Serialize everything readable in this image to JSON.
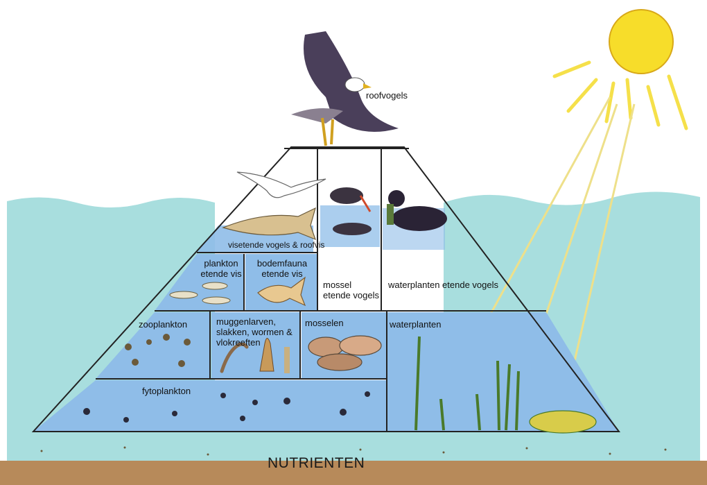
{
  "labels": {
    "roofvogels": "roofvogels",
    "visetende": "visetende vogels & roofvis",
    "plankton_vis": "plankton etende vis",
    "bodemfauna_vis": "bodemfauna etende vis",
    "mossel_vogels": "mossel etende vogels",
    "waterplanten_vogels": "waterplanten etende vogels",
    "zooplankton": "zooplankton",
    "muggenlarven": "muggenlarven, slakken, wormen & vlokreeften",
    "mosselen": "mosselen",
    "waterplanten": "waterplanten",
    "fytoplankton": "fytoplankton",
    "nutrienten": "NUTRIENTEN"
  },
  "colors": {
    "water": "#a8dede",
    "water_cell": "#8fbde8",
    "sun": "#f7dd2a",
    "sun_ray": "#f5e04a",
    "eagle": "#4a3f5a",
    "soil": "#b78a5a",
    "outline": "#222222"
  },
  "icons": [
    "sun-icon",
    "eagle-icon",
    "gull-icon",
    "pike-icon",
    "oystercatcher-icon",
    "coot-icon",
    "fish-icon",
    "carp-icon",
    "mussel-icon",
    "snail-icon",
    "worm-icon",
    "waterplant-icon",
    "plankton-icon"
  ]
}
